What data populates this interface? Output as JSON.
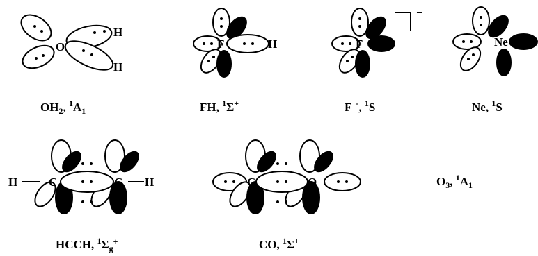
{
  "molecules": {
    "oh2": {
      "symbol": "O",
      "h_top": "H",
      "h_bottom": "H",
      "name": "OH",
      "name_sub": "2",
      "sep": ", ",
      "term_sup": "1",
      "term": "A",
      "term_sub": "1"
    },
    "fh": {
      "symbol": "F",
      "h": "H",
      "name": "FH",
      "sep": ", ",
      "term_sup": "1",
      "term": "Σ",
      "term_sup2": "+"
    },
    "fminus": {
      "symbol": "F",
      "charge": "−",
      "name": "F",
      "name_sup": "-",
      "sep": ", ",
      "term_sup": "1",
      "term": "S"
    },
    "ne": {
      "symbol": "Ne",
      "name": "Ne",
      "sep": ", ",
      "term_sup": "1",
      "term": "S"
    },
    "hcch": {
      "h_left": "H",
      "c_left": "C",
      "c_right": "C",
      "h_right": "H",
      "name": "HCCH",
      "sep": ", ",
      "term_sup": "1",
      "term": "Σ",
      "term_sub": "g",
      "term_sup2": "+"
    },
    "co": {
      "c": "C",
      "o": "O",
      "name": "CO",
      "sep": ", ",
      "term_sup": "1",
      "term": "Σ",
      "term_sup2": "+"
    },
    "o3": {
      "name": "O",
      "name_sub": "3",
      "sep": ", ",
      "term_sup": "1",
      "term": "A",
      "term_sub": "1"
    }
  },
  "colors": {
    "ink": "#000000",
    "paper": "#ffffff"
  }
}
